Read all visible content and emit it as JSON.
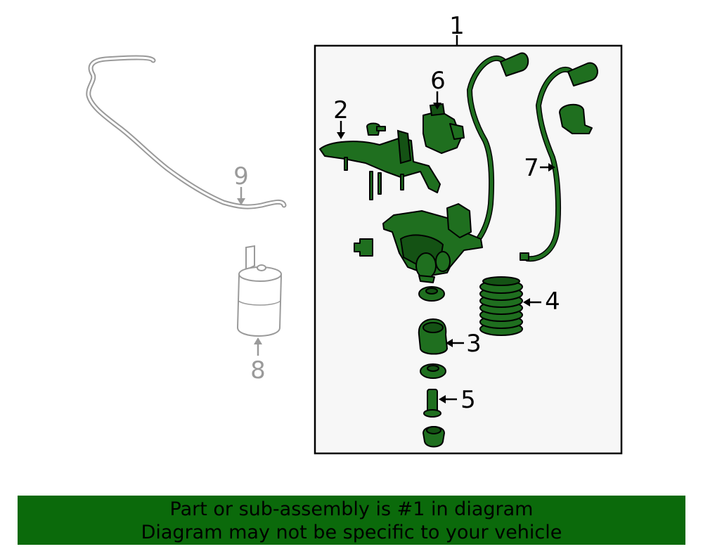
{
  "diagram": {
    "callouts": {
      "c1": "1",
      "c2": "2",
      "c3": "3",
      "c4": "4",
      "c5": "5",
      "c6": "6",
      "c7": "7",
      "c8": "8",
      "c9": "9"
    },
    "colors": {
      "highlight_part": "#1f6f1f",
      "ghost_part": "#9a9a9a",
      "banner": "#0b6a0b",
      "box_fill": "#f7f7f7"
    }
  },
  "banner": {
    "line1": "Part or sub-assembly is #1 in diagram",
    "line2": "Diagram may not be specific to your vehicle"
  }
}
